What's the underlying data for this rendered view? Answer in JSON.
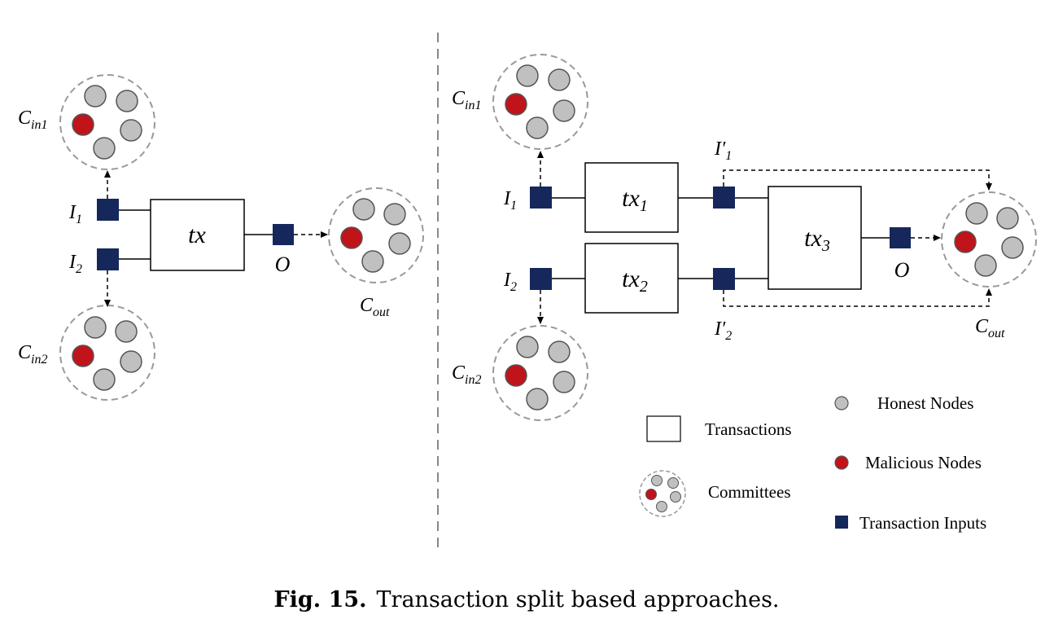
{
  "colors": {
    "honest": "#c0c0c0",
    "malicious": "#c1131a",
    "input": "#16275c",
    "divider": "#888888",
    "committee_border": "#999999"
  },
  "left": {
    "committee_in1": {
      "label": "C",
      "sub": "in1"
    },
    "committee_in2": {
      "label": "C",
      "sub": "in2"
    },
    "committee_out": {
      "label": "C",
      "sub": "out"
    },
    "input1": {
      "label": "I",
      "sub": "1"
    },
    "input2": {
      "label": "I",
      "sub": "2"
    },
    "tx": "tx",
    "output": "O"
  },
  "right": {
    "committee_in1": {
      "label": "C",
      "sub": "in1"
    },
    "committee_in2": {
      "label": "C",
      "sub": "in2"
    },
    "committee_out": {
      "label": "C",
      "sub": "out"
    },
    "input1": {
      "label": "I",
      "sub": "1"
    },
    "input2": {
      "label": "I",
      "sub": "2"
    },
    "input1_prime": {
      "label": "I′",
      "sub": "1"
    },
    "input2_prime": {
      "label": "I′",
      "sub": "2"
    },
    "tx1": {
      "label": "tx",
      "sub": "1"
    },
    "tx2": {
      "label": "tx",
      "sub": "2"
    },
    "tx3": {
      "label": "tx",
      "sub": "3"
    },
    "output": "O"
  },
  "legend": {
    "honest": "Honest Nodes",
    "transactions": "Transactions",
    "malicious": "Malicious Nodes",
    "committees": "Committees",
    "inputs": "Transaction Inputs"
  },
  "caption": {
    "prefix": "Fig. 15.",
    "text": "Transaction split based approaches."
  }
}
